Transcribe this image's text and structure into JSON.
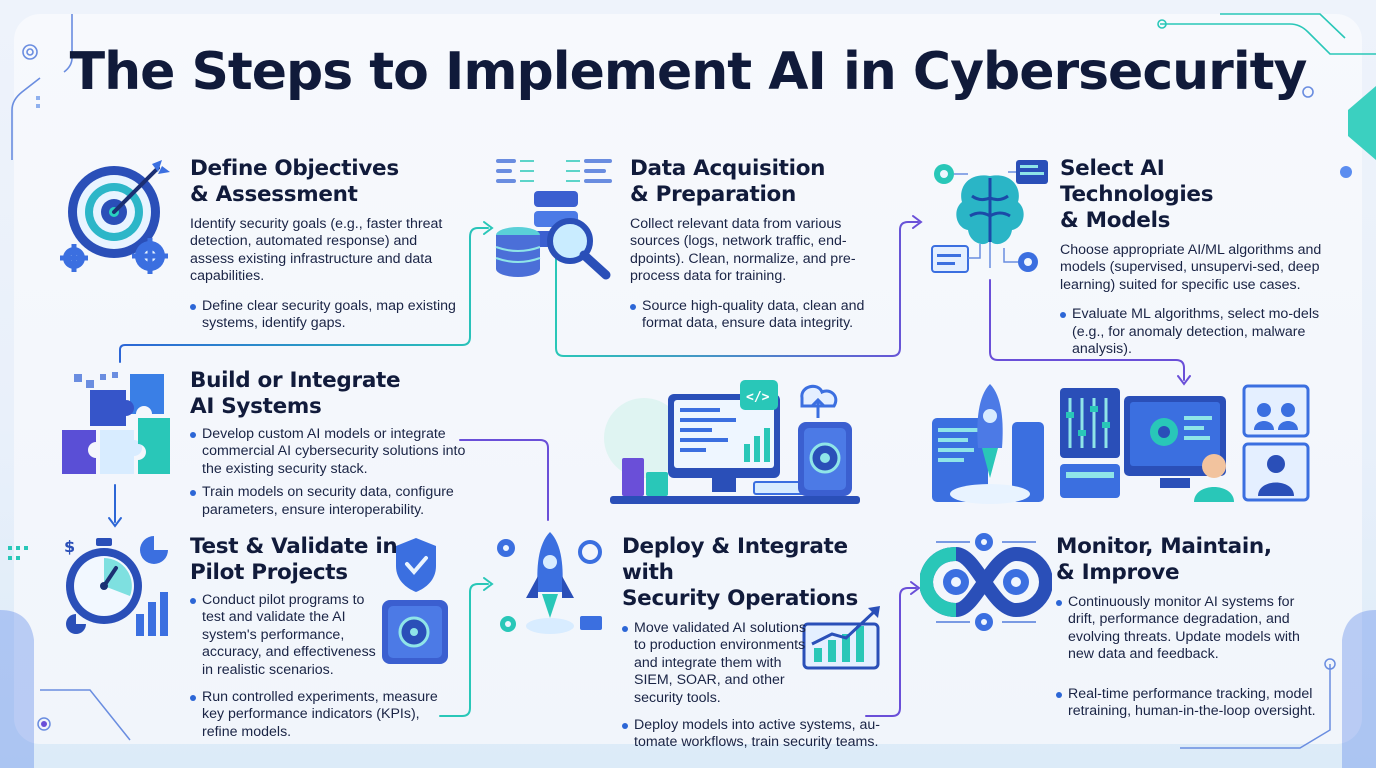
{
  "title": "The Steps to Implement AI in Cybersecurity",
  "steps": [
    {
      "title1": "Define Objectives",
      "title2": "& Assessment",
      "desc": "Identify security goals (e.g., faster threat detection, automated response) and assess existing infrastructure and data capabilities.",
      "bullets": [
        "Define clear security goals, map existing systems, identify gaps."
      ]
    },
    {
      "title1": "Data Acquisition",
      "title2": "& Preparation",
      "desc": "Collect relevant data from various sources (logs, network traffic, end-dpoints). Clean, normalize, and pre-process data for training.",
      "bullets": [
        "Source high-quality data, clean and format data, ensure data integrity."
      ]
    },
    {
      "title1": "Select AI Technologies",
      "title2": "& Models",
      "desc": "Choose appropriate AI/ML algorithms and models (supervised, unsupervi-sed, deep learning) suited for specific use cases.",
      "bullets": [
        "Evaluate ML algorithms, select mo-dels (e.g., for anomaly detection, malware analysis)."
      ]
    },
    {
      "title1": "Build or Integrate",
      "title2": "AI Systems",
      "desc": "",
      "bullets": [
        "Develop custom AI models or integrate commercial AI cybersecurity solutions into the existing security stack.",
        "Train models on security data, configure parameters, ensure interoperability."
      ]
    },
    {
      "title1": "Test & Validate in",
      "title2": "Pilot Projects",
      "desc": "",
      "bullets": [
        "Conduct pilot programs to test and validate the AI system's performance, accuracy, and effectiveness in realistic scenarios.",
        "Run controlled experiments, measure key performance indicators (KPIs), refine models."
      ]
    },
    {
      "title1": "Deploy & Integrate with",
      "title2": "Security Operations",
      "desc": "",
      "bullets": [
        "Move validated AI solutions to production environments and integrate them with SIEM, SOAR, and other security tools.",
        "Deploy models into active systems, au-tomate workflows, train security teams."
      ]
    },
    {
      "title1": "Monitor, Maintain,",
      "title2": "& Improve",
      "desc": "",
      "bullets": [
        "Continuously monitor AI systems for drift, performance degradation, and evolving threats. Update models with new data and feedback.",
        "Real-time performance tracking, model retraining, human-in-the-loop oversight."
      ]
    }
  ],
  "icon_names": {
    "target": "target-gears-icon",
    "database": "database-search-icon",
    "brain": "ai-brain-icon",
    "puzzle": "puzzle-icon",
    "stopwatch": "stopwatch-chart-icon",
    "rocket": "rocket-icon",
    "infinity": "infinity-gears-icon",
    "workstation": "code-workstation-icon",
    "dashboard": "monitoring-dashboard-icon"
  },
  "colors": {
    "accent_blue": "#2c66d6",
    "accent_teal": "#29c7b8",
    "accent_purple": "#6a4fd8",
    "title": "#101a3a"
  }
}
